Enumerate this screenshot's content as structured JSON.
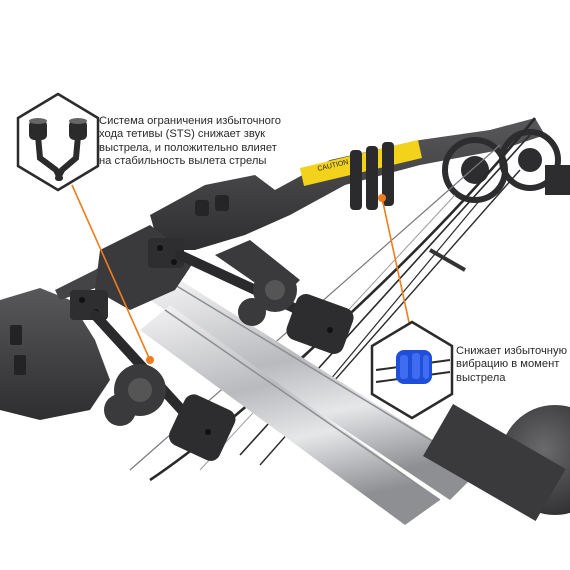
{
  "image": {
    "subject": "crossbow",
    "colors": {
      "background": "#ffffff",
      "body": "#3b3b3d",
      "rail": "#c8c9cc",
      "limb_label": "#f2d21b",
      "accent_line": "#f07c1b",
      "dampener": "#1f4fd8",
      "hex_frame": "#2b2b2b"
    }
  },
  "callouts": {
    "sts": {
      "text": "Система ограничения избыточного хода тетивы (STS) снижает звук выстрела, и положительно влияет на стабильность вылета стрелы",
      "icon": "sts-stopper-icon"
    },
    "vibration": {
      "text": "Снижает избыточную вибрацию в момент выстрела",
      "icon": "string-dampener-icon"
    }
  },
  "labels": {
    "limb_caution": "CAUTION"
  }
}
